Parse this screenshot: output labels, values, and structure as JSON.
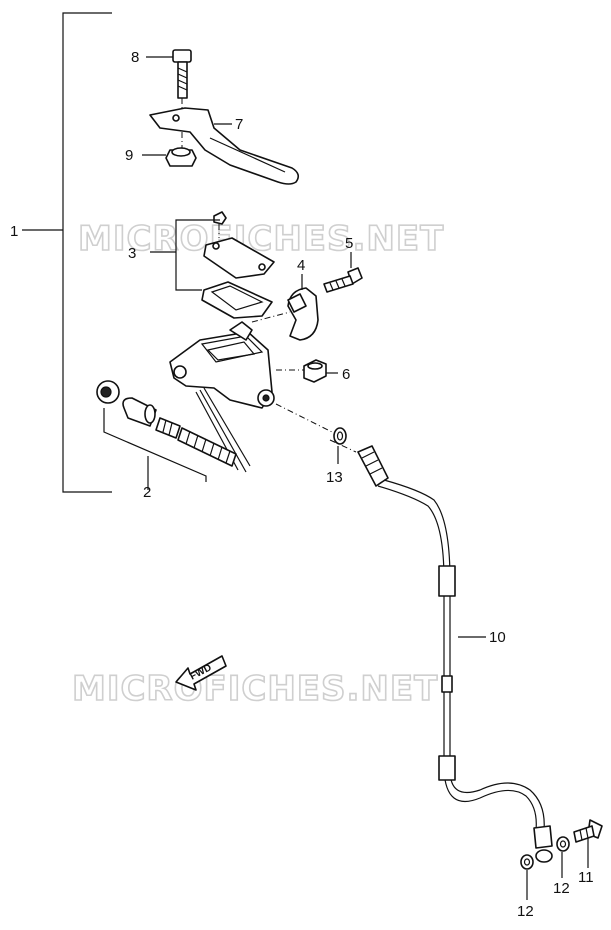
{
  "watermark": "MICROFICHES.NET",
  "fwd_label": "FWD",
  "callouts": [
    {
      "id": "c1",
      "label": "1"
    },
    {
      "id": "c2",
      "label": "2"
    },
    {
      "id": "c3",
      "label": "3"
    },
    {
      "id": "c4",
      "label": "4"
    },
    {
      "id": "c5",
      "label": "5"
    },
    {
      "id": "c6",
      "label": "6"
    },
    {
      "id": "c7",
      "label": "7"
    },
    {
      "id": "c8",
      "label": "8"
    },
    {
      "id": "c9",
      "label": "9"
    },
    {
      "id": "c10",
      "label": "10"
    },
    {
      "id": "c11",
      "label": "11"
    },
    {
      "id": "c12a",
      "label": "12"
    },
    {
      "id": "c12b",
      "label": "12"
    },
    {
      "id": "c13",
      "label": "13"
    }
  ]
}
